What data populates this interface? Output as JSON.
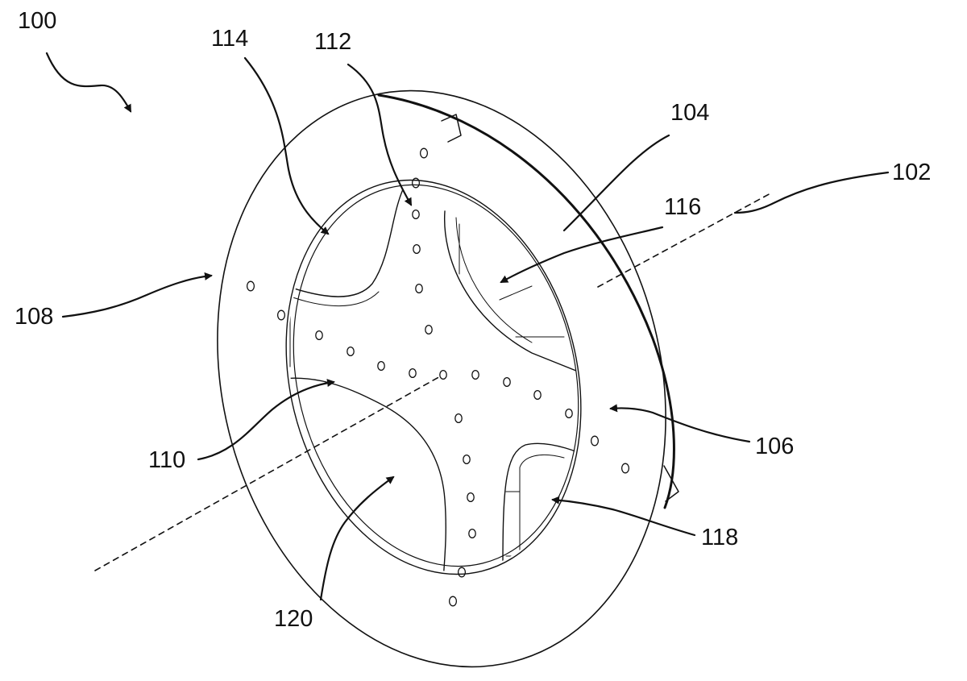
{
  "figure": {
    "line_color": "#111111",
    "background": "#ffffff",
    "reference_labels": {
      "assembly": "100",
      "axis": "102",
      "outer_edge": "104",
      "flange_face": "106",
      "flange_outer_rim": "108",
      "inner_rim": "110",
      "hole_row": "112",
      "upper_left_opening": "114",
      "upper_right_opening": "116",
      "lower_right_opening": "118",
      "lower_left_opening": "120"
    }
  }
}
